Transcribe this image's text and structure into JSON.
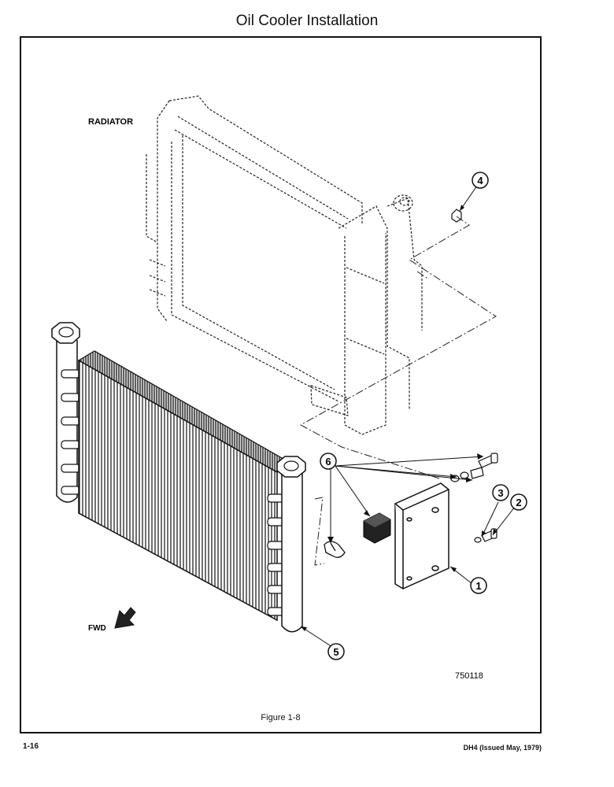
{
  "page": {
    "title": "Oil Cooler Installation",
    "figure_caption": "Figure 1-8",
    "page_number": "1-16",
    "issue_note": "DH4 (Issued May, 1979)"
  },
  "drawing": {
    "radiator_label": "RADIATOR",
    "fwd_label": "FWD",
    "drawing_number": "750118",
    "callouts": [
      "1",
      "2",
      "3",
      "4",
      "5",
      "6"
    ]
  }
}
